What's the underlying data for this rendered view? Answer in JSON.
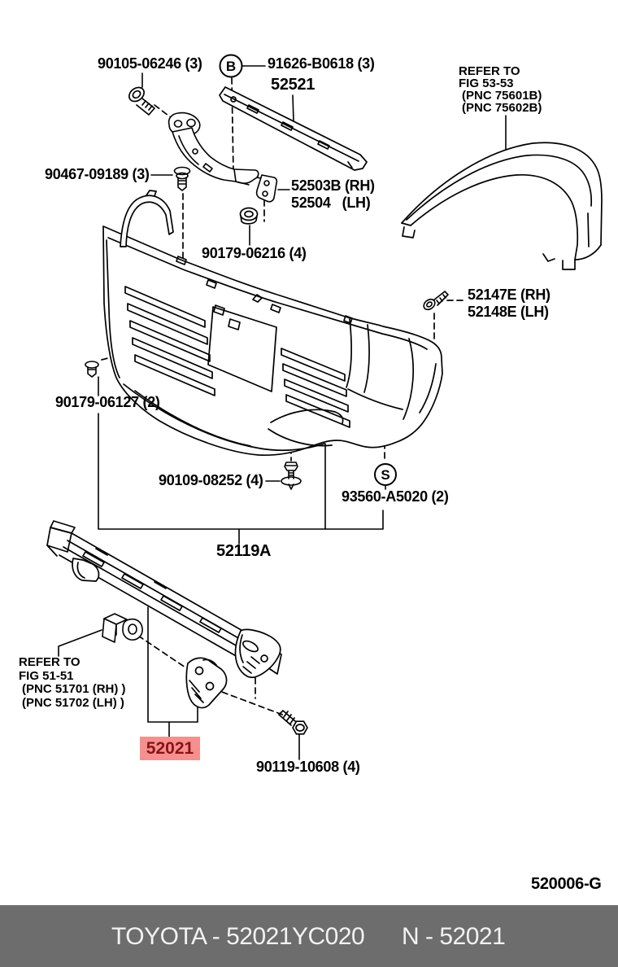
{
  "diagram_code": "520006-G",
  "callout_b": "B",
  "callout_s": "S",
  "labels": {
    "bolt_90105": "90105-06246 (3)",
    "screw_91626": "91626-B0618 (3)",
    "panel_52521": "52521",
    "clip_90467": "90467-09189 (3)",
    "bracket_52503b": "52503B (RH)",
    "bracket_52504": "52504   (LH)",
    "nut_90179_06216": "90179-06216 (4)",
    "bolt_52147e": "52147E (RH)",
    "bolt_52148e": "52148E (LH)",
    "nut_90179_06127": "90179-06127 (2)",
    "screw_90109": "90109-08252 (4)",
    "screw_93560": "93560-A5020 (2)",
    "bumper_52119a": "52119A",
    "reinforcement_52021": "52021",
    "bolt_90119": "90119-10608 (4)"
  },
  "refer_fig_53_53": {
    "line1": "REFER TO",
    "line2": "FIG 53-53",
    "line3": "(PNC 75601B)",
    "line4": "(PNC 75602B)"
  },
  "refer_fig_51_51": {
    "line1": "REFER TO",
    "line2": "FIG 51-51",
    "line3": "(PNC 51701 (RH) )",
    "line4": "(PNC 51702 (LH) )"
  },
  "highlight": {
    "bg": "#f59090",
    "text_color": "#8c1212"
  },
  "footer": {
    "brand_code": "TOYOTA - 52021YC020",
    "part_ref": "N - 52021",
    "bar_color": "#6d6d6d",
    "text_color": "#f2f2f2"
  }
}
